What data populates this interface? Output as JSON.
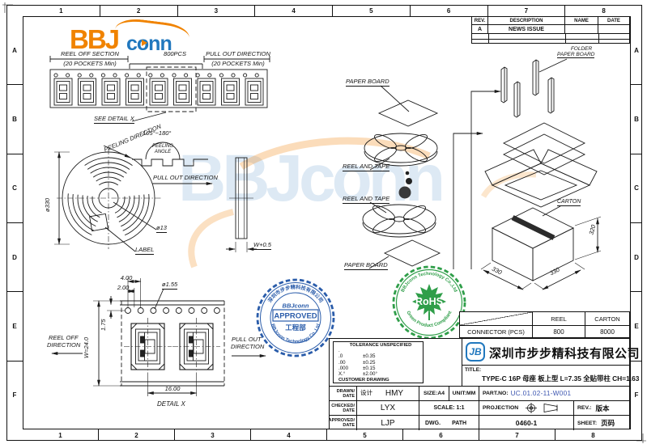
{
  "frame": {
    "cols": [
      "1",
      "2",
      "3",
      "4",
      "5",
      "6",
      "7",
      "8"
    ],
    "rows": [
      "A",
      "B",
      "C",
      "D",
      "E",
      "F"
    ]
  },
  "logo": {
    "bbj": "BBJ",
    "conn": "conn"
  },
  "watermark": {
    "text": "BBJconn"
  },
  "revision": {
    "h_rev": "REV.",
    "h_desc": "DESCRIPTION",
    "h_name": "NAME",
    "h_date": "DATE",
    "r1_rev": "A",
    "r1_desc": "NEWS ISSUE",
    "r1_name": "",
    "r1_date": ""
  },
  "tape": {
    "reel_off": "REEL OFF SECTION",
    "reel_off_sub": "(20 POCKETS Min)",
    "pcs": "800PCS",
    "pull_out": "PULL OUT DIRECTION",
    "pull_out_sub": "(20 POCKETS Min)",
    "see_detail": "SEE DETAIL X"
  },
  "reel": {
    "peel_dir": "PEELING DIRECTION",
    "peel_angle_val": "165°~180°",
    "peel_angle_1": "PEELING",
    "peel_angle_2": "ANGLE",
    "pull_out": "PULL OUT DIRECTION",
    "dia_outer": "ø330",
    "dia_inner": "ø13",
    "label": "LABEL",
    "width": "W+0.5"
  },
  "packing": {
    "paper_board_top": "PAPER BOARD",
    "reel_tape_1": "REEL AND TAPE",
    "reel_tape_2": "REEL AND TAPE",
    "paper_board_bot": "PAPER BOARD",
    "folder_1": "FOLDER",
    "folder_2": "PAPER BOARD",
    "carton": "CARTON",
    "dim_330_left": "330",
    "dim_330_right": "330",
    "dim_320": "320"
  },
  "detail": {
    "dim_400": "4.00",
    "dim_200": "2.00",
    "dim_hole": "ø1.55",
    "dim_175": "1.75",
    "dim_w24": "W=24.0",
    "dim_1600": "16.00",
    "reel_off_1": "REEL OFF",
    "reel_off_2": "DIRECTION",
    "pull_out_1": "PULL OUT",
    "pull_out_2": "DIRECTION",
    "caption": "DETAIL X"
  },
  "stamps": {
    "approved_ring_top": "深圳市步步精科技有限公司",
    "approved_ring_bottom": "BBJconn Technology Co.,Ltd",
    "approved_brand": "BBJconn",
    "approved_text": "APPROVED",
    "approved_dept": "工程部",
    "rohs_ring_top": "BBJconn Technology Co.,Ltd",
    "rohs_ring_bottom": "Green Product Compliant",
    "rohs_text": "RoHS"
  },
  "qty": {
    "h_reel": "REEL",
    "h_carton": "CARTON",
    "row_label": "CONNECTOR (PCS)",
    "reel_qty": "800",
    "carton_qty": "8000"
  },
  "tb": {
    "tol_title": "TOLERANCE UNSPECIFIED",
    "tol_rows": [
      {
        "d": ".",
        "v": ""
      },
      {
        "d": ".0",
        "v": "±0.35"
      },
      {
        "d": ".00",
        "v": "±0.25"
      },
      {
        "d": ".000",
        "v": "±0.15"
      },
      {
        "d": "X.°",
        "v": "±2.00°"
      }
    ],
    "customer": "CUSTOMER DRAWING",
    "logo_mark": "JB",
    "company": "深圳市步步精科技有限公司",
    "title_label": "TITLE:",
    "title": "TYPE-C 16P 母座 板上型 L=7.35 全贴带柱 CH=1.63",
    "drawn": "DRAWN/",
    "checked": "CHECKED/",
    "approved": "APPROVED/",
    "date": "DATE",
    "design": "设计",
    "drawn_name": "HMY",
    "checked_name": "LYX",
    "approved_name": "LJP",
    "size": "SIZE:A4",
    "unit": "UNIT:MM",
    "part_label": "PART.NO:",
    "part_no": "UC.01.02-11-W001",
    "scale": "SCALE: 1:1",
    "projection": "PROJECTION",
    "rev_label": "REV.:",
    "rev": "版本",
    "sheet_label": "SHEET:",
    "sheet": "页码",
    "dwg": "DWG.",
    "path": "PATH",
    "dwg_no": "0460-1"
  },
  "colors": {
    "brand_orange": "#f08300",
    "brand_blue": "#2178be",
    "stamp_blue": "#2a5caa",
    "stamp_green": "#2f9e49",
    "part_no_blue": "#3c55b0",
    "line": "#1a1a1a"
  }
}
